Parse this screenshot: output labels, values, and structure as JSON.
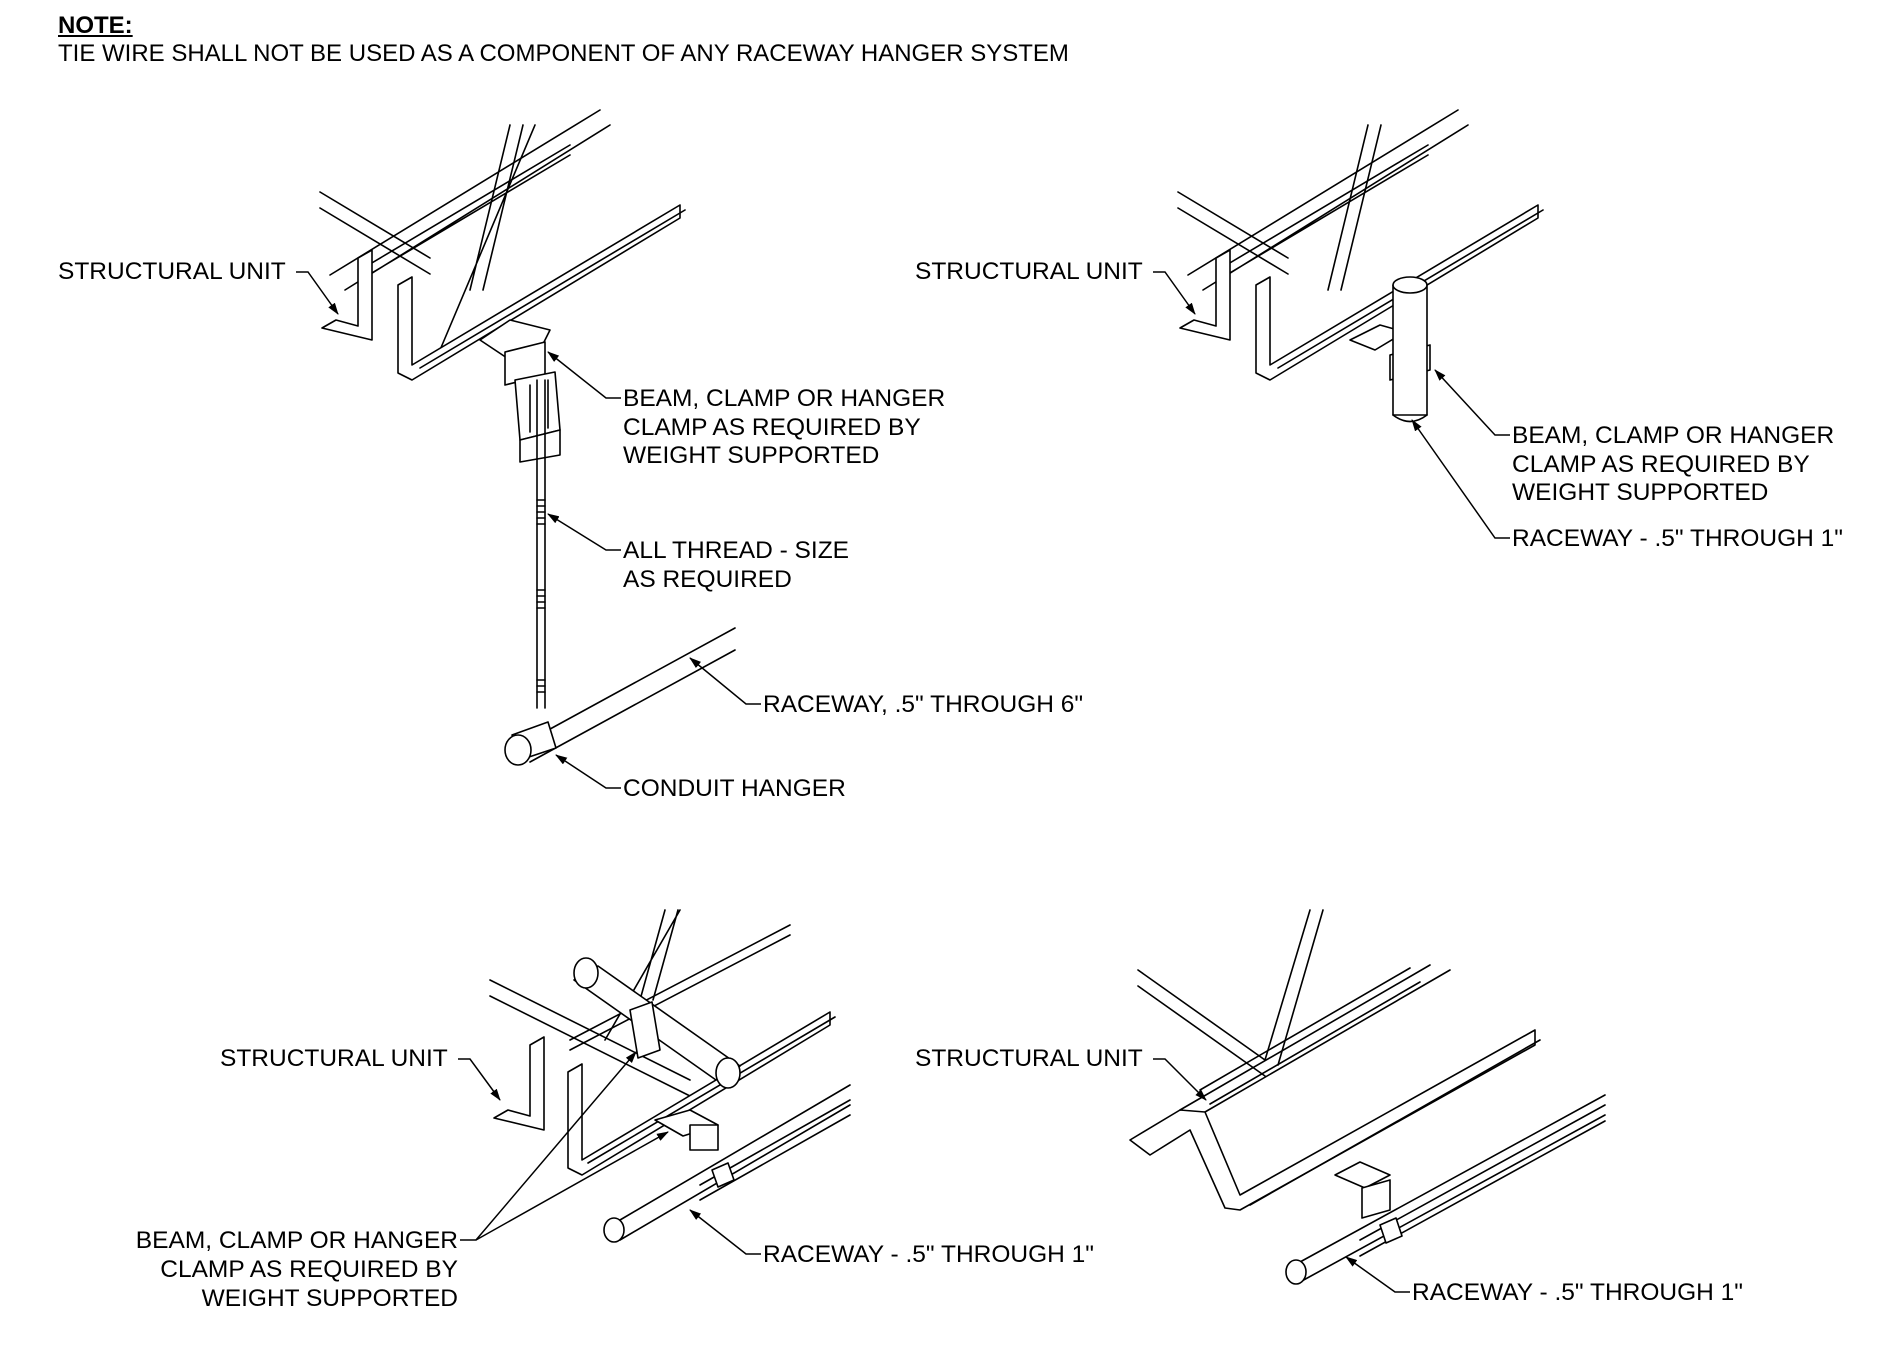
{
  "note": {
    "heading": "NOTE:",
    "text": "TIE WIRE SHALL NOT BE USED AS A COMPONENT OF ANY RACEWAY HANGER SYSTEM"
  },
  "details": [
    {
      "structural_unit": "STRUCTURAL UNIT",
      "clamp": [
        "BEAM, CLAMP OR HANGER",
        "CLAMP AS REQUIRED BY",
        "WEIGHT SUPPORTED"
      ],
      "all_thread": [
        "ALL THREAD - SIZE",
        "AS REQUIRED"
      ],
      "raceway": "RACEWAY, .5\" THROUGH 6\"",
      "conduit_hanger": "CONDUIT HANGER"
    },
    {
      "structural_unit": "STRUCTURAL UNIT",
      "clamp": [
        "BEAM, CLAMP OR HANGER",
        "CLAMP AS REQUIRED BY",
        "WEIGHT SUPPORTED"
      ],
      "raceway": "RACEWAY - .5\" THROUGH 1\""
    },
    {
      "structural_unit": "STRUCTURAL UNIT",
      "clamp": [
        "BEAM, CLAMP OR HANGER",
        "CLAMP AS REQUIRED BY",
        "WEIGHT SUPPORTED"
      ],
      "raceway": "RACEWAY - .5\" THROUGH 1\""
    },
    {
      "structural_unit": "STRUCTURAL UNIT",
      "raceway": "RACEWAY - .5\" THROUGH 1\""
    }
  ]
}
